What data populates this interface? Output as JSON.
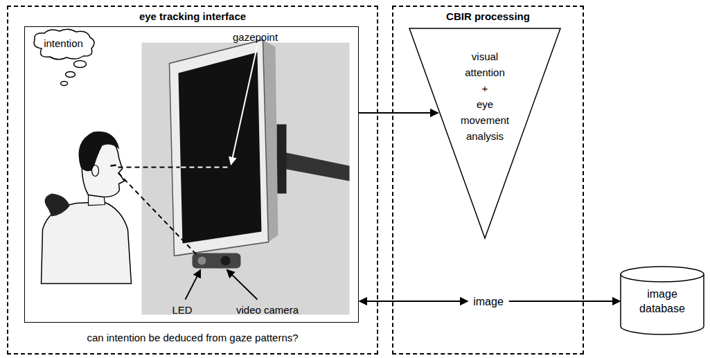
{
  "diagram": {
    "nodes": [
      {
        "text": [
          "eye tracking interface",
          "can intention be deduced from gaze patterns?"
        ]
      },
      {
        "text": [
          "gazepoint",
          "LED",
          "video camera"
        ],
        "in": 0
      },
      {
        "text": [
          "intention"
        ],
        "in": 1
      },
      {
        "text": [
          "CBIR processing"
        ]
      },
      {
        "text": [
          "visual attention + eye movement analysis"
        ],
        "in": 3
      },
      {
        "text": [
          "image"
        ],
        "in": 3
      },
      {
        "text": [
          "image database"
        ]
      }
    ],
    "edges": [
      {
        "from": 1,
        "to": 4,
        "arrow": "to"
      },
      {
        "from": 5,
        "to": 1,
        "arrow": "both"
      },
      {
        "from": 5,
        "to": 6,
        "arrow": "to"
      }
    ]
  }
}
